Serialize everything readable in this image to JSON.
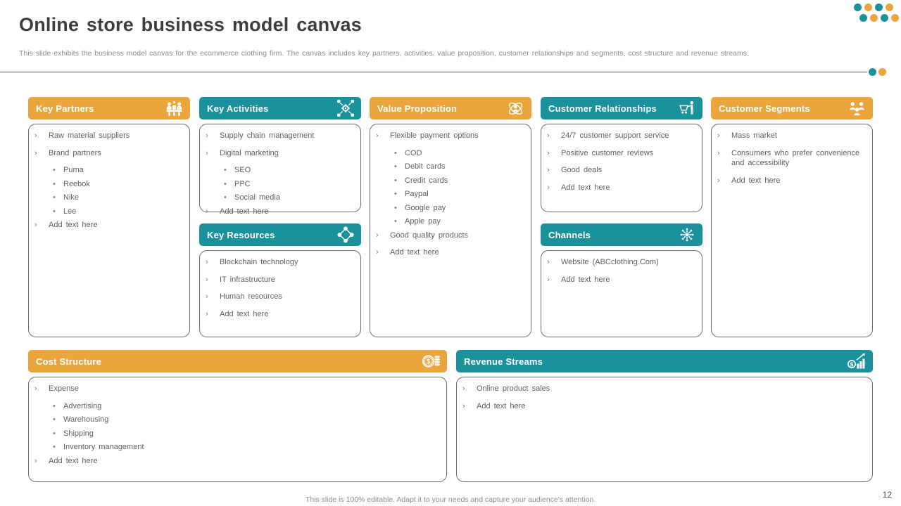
{
  "slide": {
    "title": "Online store business model canvas",
    "subtitle": "This slide exhibits the business model canvas for the ecommerce clothing firm. The canvas includes key partners, activities, value proposition, customer relationships and segments, cost structure and revenue streams.",
    "footer": "This slide is 100% editable. Adapt it to your needs and capture your audience's attention.",
    "page_number": "12"
  },
  "colors": {
    "orange": "#EAA53C",
    "teal": "#19929C",
    "item_text": "#5F5F5F",
    "border": "#6A6A6A"
  },
  "sections": [
    {
      "id": "key-partners",
      "title": "Key Partners",
      "color": "orange",
      "icon": "meeting-icon",
      "items": [
        {
          "level": 1,
          "text": "Raw material suppliers"
        },
        {
          "level": 1,
          "text": "Brand partners"
        },
        {
          "level": 2,
          "text": "Puma"
        },
        {
          "level": 2,
          "text": "Reebok"
        },
        {
          "level": 2,
          "text": "Nike"
        },
        {
          "level": 2,
          "text": "Lee"
        },
        {
          "level": 1,
          "text": "Add text here"
        }
      ]
    },
    {
      "id": "key-activities",
      "title": "Key Activities",
      "color": "teal",
      "icon": "process-gear-icon",
      "items": [
        {
          "level": 1,
          "text": "Supply chain management"
        },
        {
          "level": 1,
          "text": "Digital marketing"
        },
        {
          "level": 2,
          "text": "SEO"
        },
        {
          "level": 2,
          "text": "PPC"
        },
        {
          "level": 2,
          "text": "Social media"
        },
        {
          "level": 1,
          "text": "Add text here"
        }
      ]
    },
    {
      "id": "key-resources",
      "title": "Key Resources",
      "color": "teal",
      "icon": "resources-network-icon",
      "items": [
        {
          "level": 1,
          "text": "Blockchain technology"
        },
        {
          "level": 1,
          "text": "IT infrastructure"
        },
        {
          "level": 1,
          "text": "Human resources"
        },
        {
          "level": 1,
          "text": "Add text here"
        }
      ]
    },
    {
      "id": "value-proposition",
      "title": "Value Proposition",
      "color": "orange",
      "icon": "value-atom-icon",
      "items": [
        {
          "level": 1,
          "text": "Flexible payment options"
        },
        {
          "level": 2,
          "text": "COD"
        },
        {
          "level": 2,
          "text": "Debit cards"
        },
        {
          "level": 2,
          "text": "Credit cards"
        },
        {
          "level": 2,
          "text": "Paypal"
        },
        {
          "level": 2,
          "text": "Google pay"
        },
        {
          "level": 2,
          "text": "Apple pay"
        },
        {
          "level": 1,
          "text": "Good quality products"
        },
        {
          "level": 1,
          "text": "Add text here"
        }
      ]
    },
    {
      "id": "customer-relationships",
      "title": "Customer Relationships",
      "color": "teal",
      "icon": "customer-cart-icon",
      "items": [
        {
          "level": 1,
          "text": "24/7 customer support service"
        },
        {
          "level": 1,
          "text": "Positive customer reviews"
        },
        {
          "level": 1,
          "text": "Good deals"
        },
        {
          "level": 1,
          "text": "Add text here"
        }
      ]
    },
    {
      "id": "channels",
      "title": "Channels",
      "color": "teal",
      "icon": "channels-hub-icon",
      "items": [
        {
          "level": 1,
          "text": "Website (ABCclothing.Com)"
        },
        {
          "level": 1,
          "text": "Add text here"
        }
      ]
    },
    {
      "id": "customer-segments",
      "title": "Customer Segments",
      "color": "orange",
      "icon": "customer-group-icon",
      "items": [
        {
          "level": 1,
          "text": "Mass market"
        },
        {
          "level": 1,
          "text": "Consumers who prefer convenience and accessibility"
        },
        {
          "level": 1,
          "text": "Add text here"
        }
      ]
    },
    {
      "id": "cost-structure",
      "title": "Cost Structure",
      "color": "orange",
      "icon": "money-stack-icon",
      "items": [
        {
          "level": 1,
          "text": "Expense"
        },
        {
          "level": 2,
          "text": "Advertising"
        },
        {
          "level": 2,
          "text": "Warehousing"
        },
        {
          "level": 2,
          "text": "Shipping"
        },
        {
          "level": 2,
          "text": "Inventory management"
        },
        {
          "level": 1,
          "text": "Add text here"
        }
      ]
    },
    {
      "id": "revenue-streams",
      "title": "Revenue Streams",
      "color": "teal",
      "icon": "revenue-growth-icon",
      "items": [
        {
          "level": 1,
          "text": "Online product sales"
        },
        {
          "level": 1,
          "text": "Add text here"
        }
      ]
    }
  ]
}
